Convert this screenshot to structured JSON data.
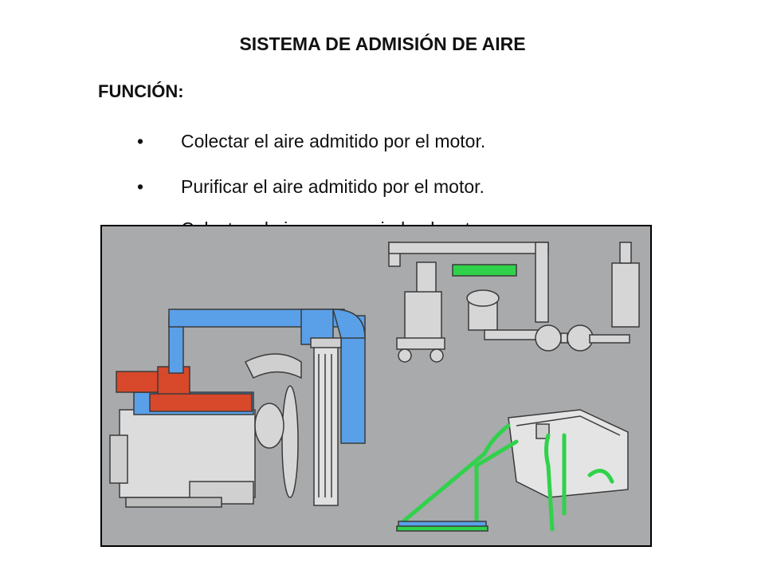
{
  "title": "SISTEMA DE ADMISIÓN DE AIRE",
  "subtitle": "FUNCIÓN:",
  "bullets": [
    {
      "marker": "•",
      "text": "Colectar el aire admitido por el motor."
    },
    {
      "marker": "•",
      "text": "Purificar el aire admitido por el motor."
    },
    {
      "marker": "•",
      "text": "Colectar el aire para enviarlo al motor."
    }
  ],
  "illustration": {
    "colors": {
      "background": "#a8aaac",
      "blue_duct": "#5aa0e8",
      "red_duct": "#d8482a",
      "green_duct": "#2fd24a",
      "metal": "#d6d6d6",
      "outline": "#3a3a3a"
    }
  }
}
